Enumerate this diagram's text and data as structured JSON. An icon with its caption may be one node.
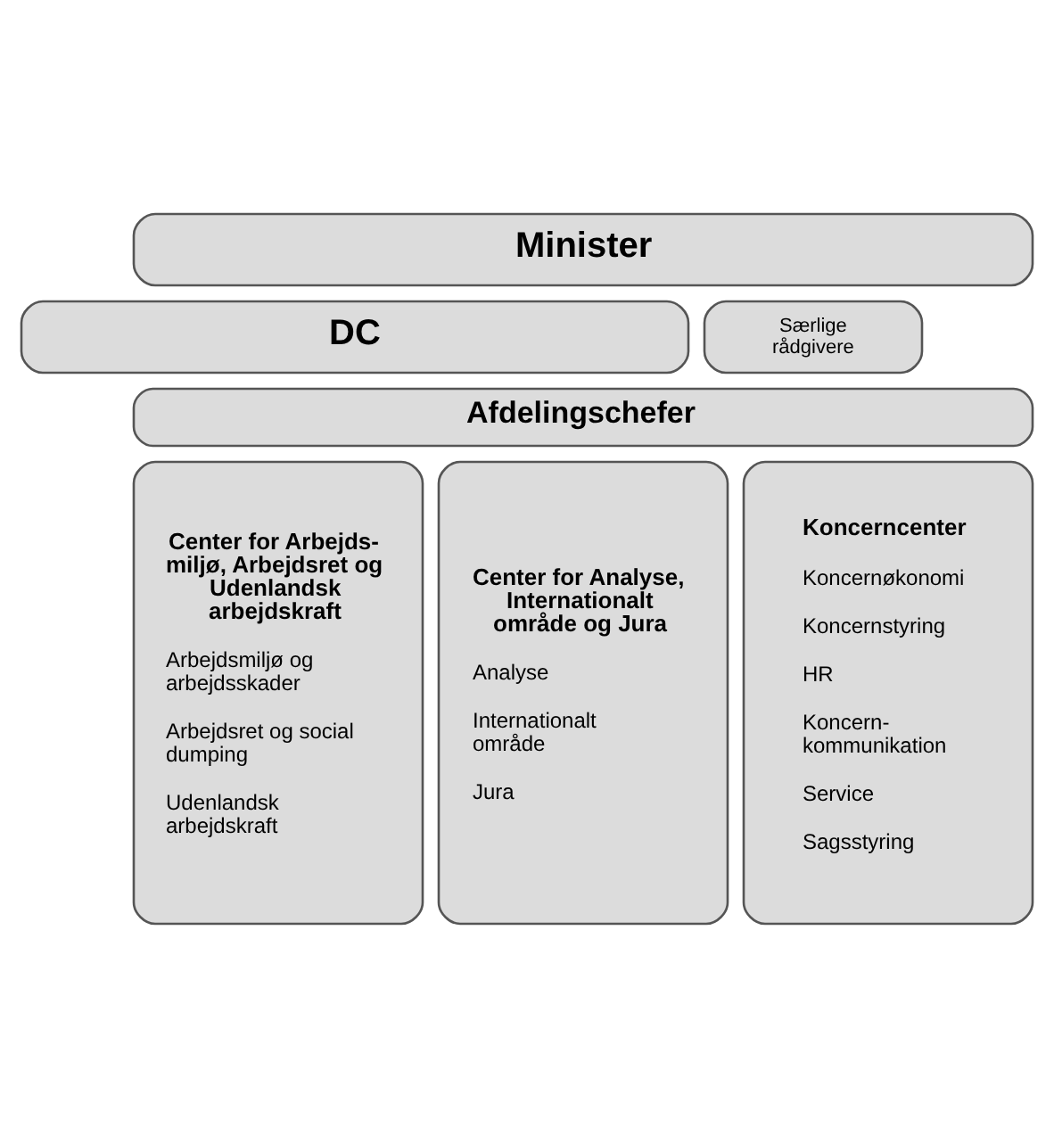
{
  "diagram": {
    "nodes": [
      {
        "text": [
          "Minister"
        ]
      },
      {
        "text": [
          "DC"
        ]
      },
      {
        "text": [
          "Særlige rådgivere"
        ]
      },
      {
        "text": [
          "Afdelingschefer"
        ]
      },
      {
        "text": [
          "Center for Arbejds- miljø, Arbejdsret og Udenlandsk arbejdskraft",
          "Arbejdsmiljø og arbejdsskader",
          "Arbejdsret og social dumping",
          "Udenlandsk arbejdskraft"
        ]
      },
      {
        "text": [
          "Center for Analyse, Internationalt område og Jura",
          "Analyse",
          "Internationalt område",
          "Jura"
        ]
      },
      {
        "text": [
          "Koncerncenter",
          "Koncernøkonomi",
          "Koncernstyring",
          "HR",
          "Koncern- kommunikation",
          "Service",
          "Sagsstyring"
        ]
      }
    ],
    "edges": []
  }
}
